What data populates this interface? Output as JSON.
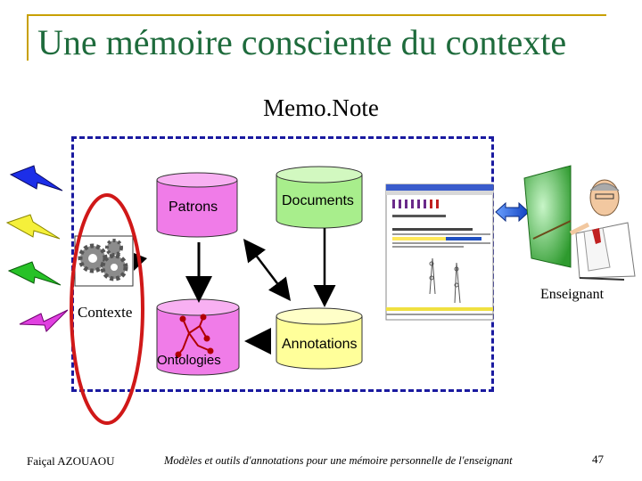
{
  "slide": {
    "title": "Une mémoire consciente du contexte",
    "subtitle": "Memo.Note"
  },
  "diagram": {
    "nodes": {
      "patrons": "Patrons",
      "documents": "Documents",
      "ontologies": "Ontologies",
      "annotations": "Annotations",
      "contexte": "Contexte",
      "enseignant": "Enseignant"
    }
  },
  "footer": {
    "author": "Faiçal AZOUAOU",
    "caption": "Modèles et outils d'annotations pour une mémoire personnelle de l'enseignant",
    "page": "47"
  },
  "colors": {
    "title": "#1e6b3c",
    "frame": "#1a1aa0",
    "patrons_db": "#f07ce8",
    "documents_db": "#a8ee8c",
    "ontologies_db": "#f07ce8",
    "annotations_db": "#ffff9a",
    "context_ellipse": "#d01818",
    "bolts": [
      "#1c2ee8",
      "#f5f03a",
      "#27c227",
      "#e040e0"
    ]
  },
  "icons": [
    "gears-icon",
    "lightning-bolt-icon",
    "document-screenshot-icon",
    "teacher-clipart-icon",
    "ontology-tree-icon"
  ]
}
